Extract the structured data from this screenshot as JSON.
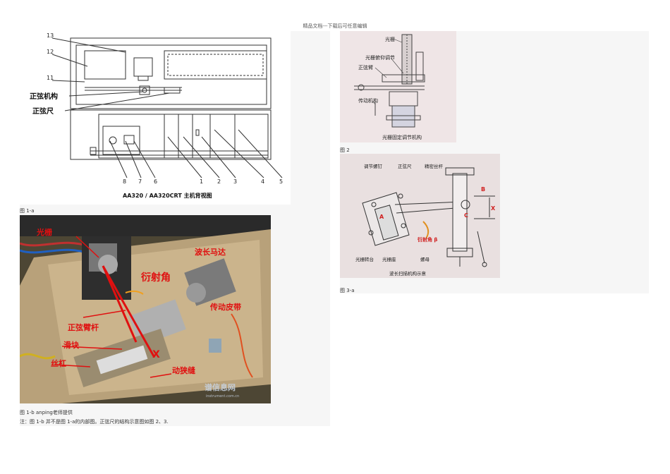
{
  "header": {
    "text": "精品文档---下载后可任意编辑"
  },
  "fig1a": {
    "title": "AA320 / AA320CRT 主机背视图",
    "numbers": [
      "13",
      "12",
      "11",
      "8",
      "7",
      "6",
      "1",
      "2",
      "3",
      "4",
      "5"
    ],
    "label_sine_mechanism": "正弦机构",
    "label_sine_ruler": "正弦尺",
    "caption": "图 1-a"
  },
  "fig1b": {
    "labels": {
      "grating": "光栅",
      "wavelength_motor": "波长马达",
      "diffraction_angle": "衍射角",
      "belt": "传动皮带",
      "sine_arm": "正弦臂杆",
      "slider": "滑块",
      "lead_screw": "丝杠",
      "moving_slit": "动狭缝",
      "x_mark": "X"
    },
    "watermark": "谱信息网",
    "watermark_url": "instrument.com.cn",
    "caption": "图 1-b anping老师提供",
    "note": "注：图 1-b 并不是图 1-a的内部图。正弦尺的结构示意图如图 2、3."
  },
  "fig2": {
    "labels": {
      "grating": "光栅",
      "grating_pitch": "光栅俯仰调节",
      "sine_ruler": "正弦臂",
      "drive": "传动机构",
      "bottom": "光栅固定调节机构"
    },
    "caption": "图 2"
  },
  "fig3a": {
    "labels": {
      "adjust_screw": "调节螺钉",
      "sine_ruler": "正弦尺",
      "precision_rod": "精密丝杆",
      "grating_turntable": "光栅转台",
      "grating_seat": "光栅座",
      "nut": "螺母",
      "diffraction_angle": "衍射角 β",
      "a": "A",
      "b": "B",
      "c": "C",
      "x": "X"
    },
    "footer": "波长扫描机构示意",
    "caption": "图 3-a"
  }
}
